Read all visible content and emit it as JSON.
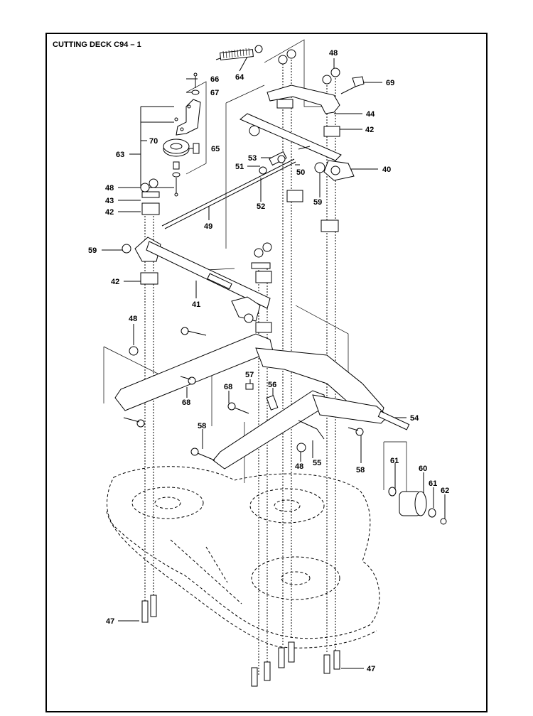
{
  "title": "CUTTING DECK C94 – 1",
  "callouts": [
    {
      "id": "c64",
      "label": "64"
    },
    {
      "id": "c66",
      "label": "66"
    },
    {
      "id": "c67",
      "label": "67"
    },
    {
      "id": "c70",
      "label": "70"
    },
    {
      "id": "c63",
      "label": "63"
    },
    {
      "id": "c65",
      "label": "65"
    },
    {
      "id": "c48a",
      "label": "48"
    },
    {
      "id": "c69",
      "label": "69"
    },
    {
      "id": "c44",
      "label": "44"
    },
    {
      "id": "c42a",
      "label": "42"
    },
    {
      "id": "c53",
      "label": "53"
    },
    {
      "id": "c51",
      "label": "51"
    },
    {
      "id": "c50",
      "label": "50"
    },
    {
      "id": "c40",
      "label": "40"
    },
    {
      "id": "c48b",
      "label": "48"
    },
    {
      "id": "c43",
      "label": "43"
    },
    {
      "id": "c42b",
      "label": "42"
    },
    {
      "id": "c52",
      "label": "52"
    },
    {
      "id": "c59a",
      "label": "59"
    },
    {
      "id": "c49",
      "label": "49"
    },
    {
      "id": "c59b",
      "label": "59"
    },
    {
      "id": "c42c",
      "label": "42"
    },
    {
      "id": "c41",
      "label": "41"
    },
    {
      "id": "c48c",
      "label": "48"
    },
    {
      "id": "c57",
      "label": "57"
    },
    {
      "id": "c56",
      "label": "56"
    },
    {
      "id": "c68a",
      "label": "68"
    },
    {
      "id": "c68b",
      "label": "68"
    },
    {
      "id": "c54",
      "label": "54"
    },
    {
      "id": "c58a",
      "label": "58"
    },
    {
      "id": "c48d",
      "label": "48"
    },
    {
      "id": "c55",
      "label": "55"
    },
    {
      "id": "c58b",
      "label": "58"
    },
    {
      "id": "c61a",
      "label": "61"
    },
    {
      "id": "c60",
      "label": "60"
    },
    {
      "id": "c61b",
      "label": "61"
    },
    {
      "id": "c62",
      "label": "62"
    },
    {
      "id": "c47a",
      "label": "47"
    },
    {
      "id": "c47b",
      "label": "47"
    }
  ]
}
